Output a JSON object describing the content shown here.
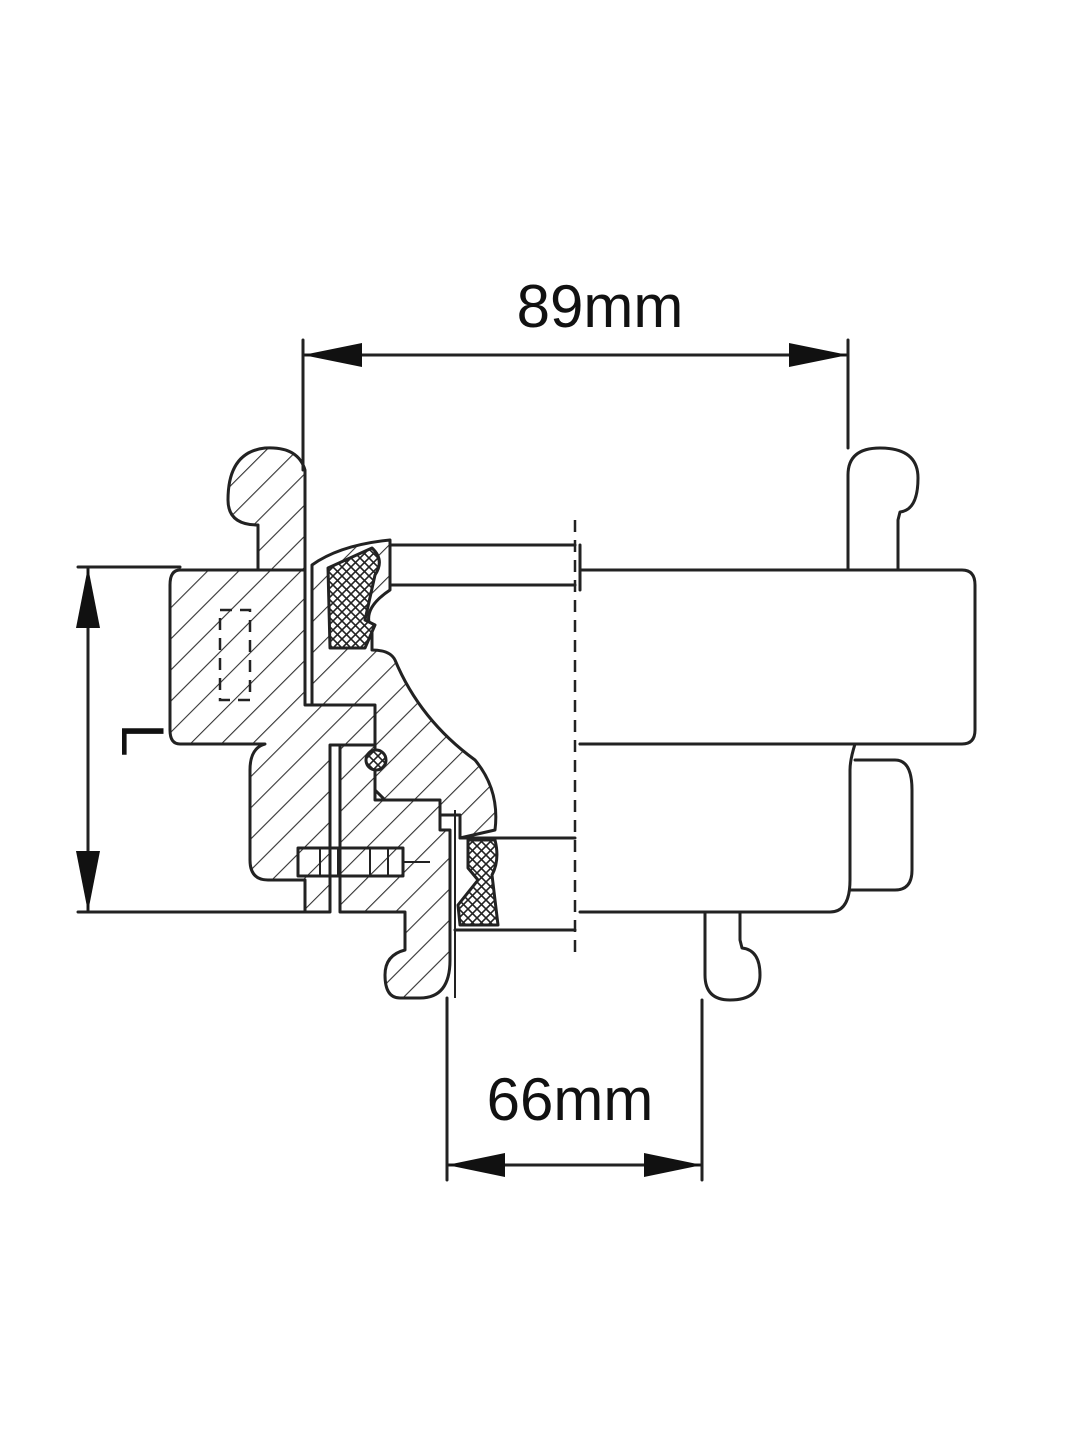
{
  "diagram": {
    "dimensions": [
      {
        "id": "top_width",
        "label": "89mm"
      },
      {
        "id": "bottom_width",
        "label": "66mm"
      },
      {
        "id": "side_height",
        "label": "L"
      }
    ]
  }
}
